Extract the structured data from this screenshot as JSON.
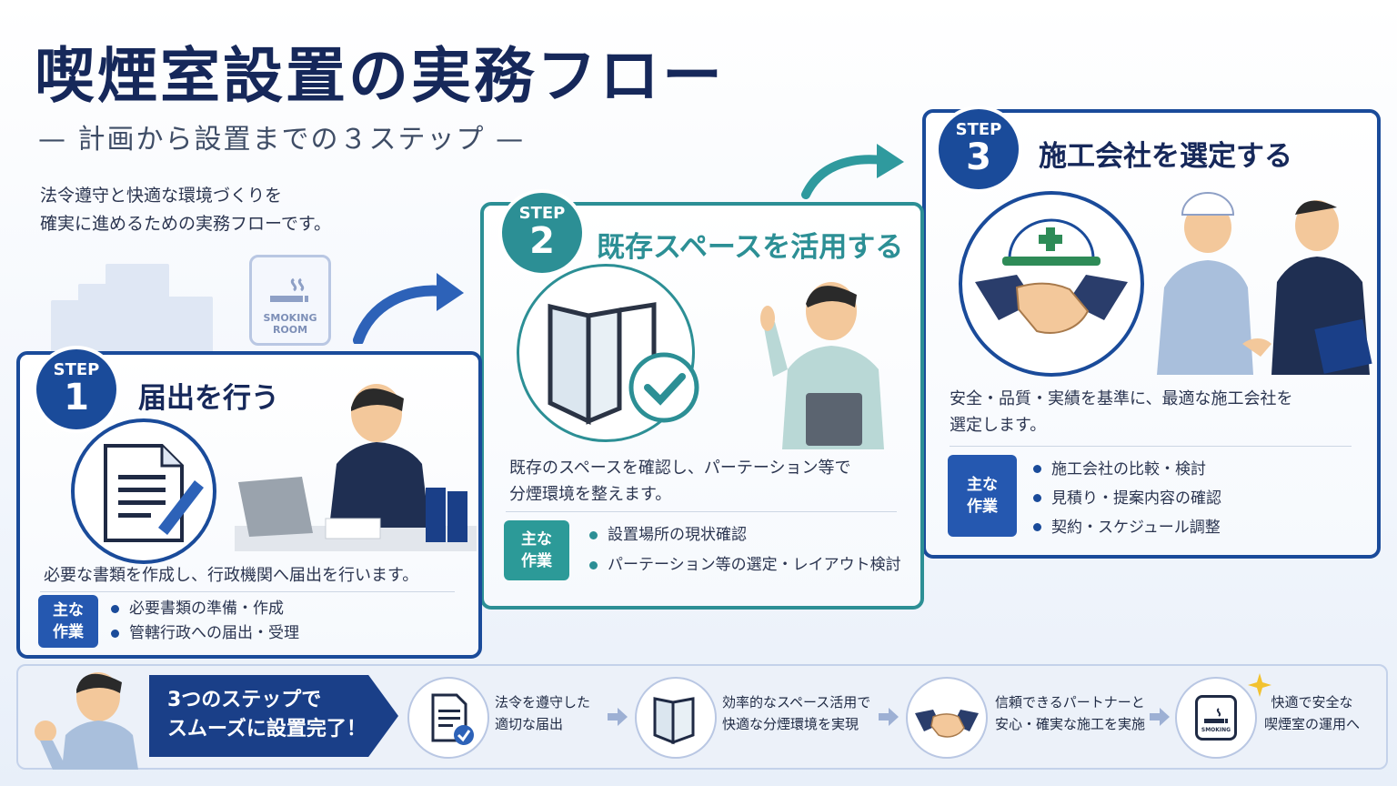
{
  "header": {
    "title": "喫煙室設置の実務フロー",
    "subtitle": "— 計画から設置までの３ステップ —",
    "intro": [
      "法令遵守と快適な環境づくりを",
      "確実に進めるための実務フローです。"
    ]
  },
  "sign": {
    "line1": "SMOKING",
    "line2": "ROOM"
  },
  "steps": [
    {
      "step_label": "STEP",
      "number": "1",
      "title": "届出を行う",
      "description": [
        "必要な書類を作成し、行政機関へ届出を行います。"
      ],
      "tag": [
        "主な",
        "作業"
      ],
      "tasks": [
        "必要書類の準備・作成",
        "管轄行政への届出・受理"
      ],
      "color": "#1a4b9a"
    },
    {
      "step_label": "STEP",
      "number": "2",
      "title": "既存スペースを活用する",
      "description": [
        "既存のスペースを確認し、パーテーション等で",
        "分煙環境を整えます。"
      ],
      "tag": [
        "主な",
        "作業"
      ],
      "tasks": [
        "設置場所の現状確認",
        "パーテーション等の選定・レイアウト検討"
      ],
      "color": "#2c8f95"
    },
    {
      "step_label": "STEP",
      "number": "3",
      "title": "施工会社を選定する",
      "description": [
        "安全・品質・実績を基準に、最適な施工会社を",
        "選定します。"
      ],
      "tag": [
        "主な",
        "作業"
      ],
      "tasks": [
        "施工会社の比較・検討",
        "見積り・提案内容の確認",
        "契約・スケジュール調整"
      ],
      "color": "#1a4b9a"
    }
  ],
  "summary": {
    "banner": [
      "3つのステップで",
      "スムーズに設置完了！"
    ],
    "items": [
      {
        "icon": "document-check-icon",
        "text": [
          "法令を遵守した",
          "適切な届出"
        ]
      },
      {
        "icon": "partition-icon",
        "text": [
          "効率的なスペース活用で",
          "快適な分煙環境を実現"
        ]
      },
      {
        "icon": "handshake-icon",
        "text": [
          "信頼できるパートナーと",
          "安心・確実な施工を実施"
        ]
      },
      {
        "icon": "smoking-room-icon",
        "text": [
          "快適で安全な",
          "喫煙室の運用へ"
        ],
        "icon_label": "SMOKING"
      }
    ]
  }
}
